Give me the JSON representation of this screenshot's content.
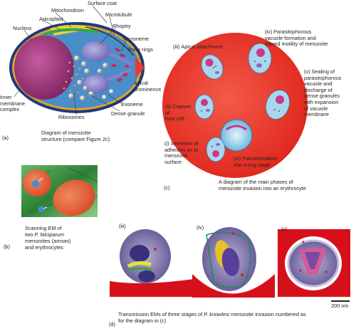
{
  "panel_a": {
    "labels": {
      "surface_coat": "Surface coat",
      "mitochondrion": "Mitochondrion",
      "microtubule": "Microtubule",
      "apicoplast": "Apicoplast",
      "nucleus": "Nucleus",
      "rhoptry": "Rhoptry",
      "microneme": "Microneme",
      "polar_rings": "Polar rings",
      "apical_prominence": "Apical\nprominence",
      "inner_membrane_complex": "Inner\nmembrane\ncomplex",
      "ribosomes": "Ribosomes",
      "exoneme": "Exoneme",
      "dense_granule": "Dense granule"
    },
    "letter": "(a)",
    "caption": "Diagram of merozoite\nstructure (compare Figure 2c)"
  },
  "panel_b": {
    "letter": "(b)",
    "caption_line1": "Scanning EM of",
    "caption_line2_pre": "two ",
    "caption_line2_italic": "P. falciparum",
    "caption_line3": "merozoites (arrows)",
    "caption_line4": "and erythrocytes"
  },
  "panel_c": {
    "letter": "(c)",
    "stages": {
      "i": "(i) Secretion of\nadhesins on to\nmerozoite\nsurface",
      "ii": "(ii) Capture\nof\nhost cell",
      "iii": "(iii) Apical attachment",
      "iv": "(iv) Parasitophorous\nvacuole formation and\ninward motility of merozoite",
      "v": "(v) Sealing of\nparasitophorous\nvacuole and\ndischarge of\ndense granules\nwith expansion\nof vacuole\nmembrane",
      "vi": "(vi) Transformation\ninto a ring stage"
    },
    "caption": "A diagram of the main phases of\nmerozoite invasion into an erythrocyte"
  },
  "panel_d": {
    "letter": "(d)",
    "stage_labels": [
      "(iii)",
      "(iv)",
      "(v)"
    ],
    "scale_bar": "200 nm",
    "caption_pre": "Transmission EMs of three stages of ",
    "caption_italic": "P. knowlesi",
    "caption_post": " merozoite invasion numbered as",
    "caption_line2": "for the diagram in (c)"
  },
  "colors": {
    "erythrocyte_red": "#e8332a",
    "merozoite_blue": "#8bc8e8",
    "nucleus_purple": "#a0307a",
    "em_purple": "#7a6aa8",
    "sem_green": "#2f8a3a"
  }
}
